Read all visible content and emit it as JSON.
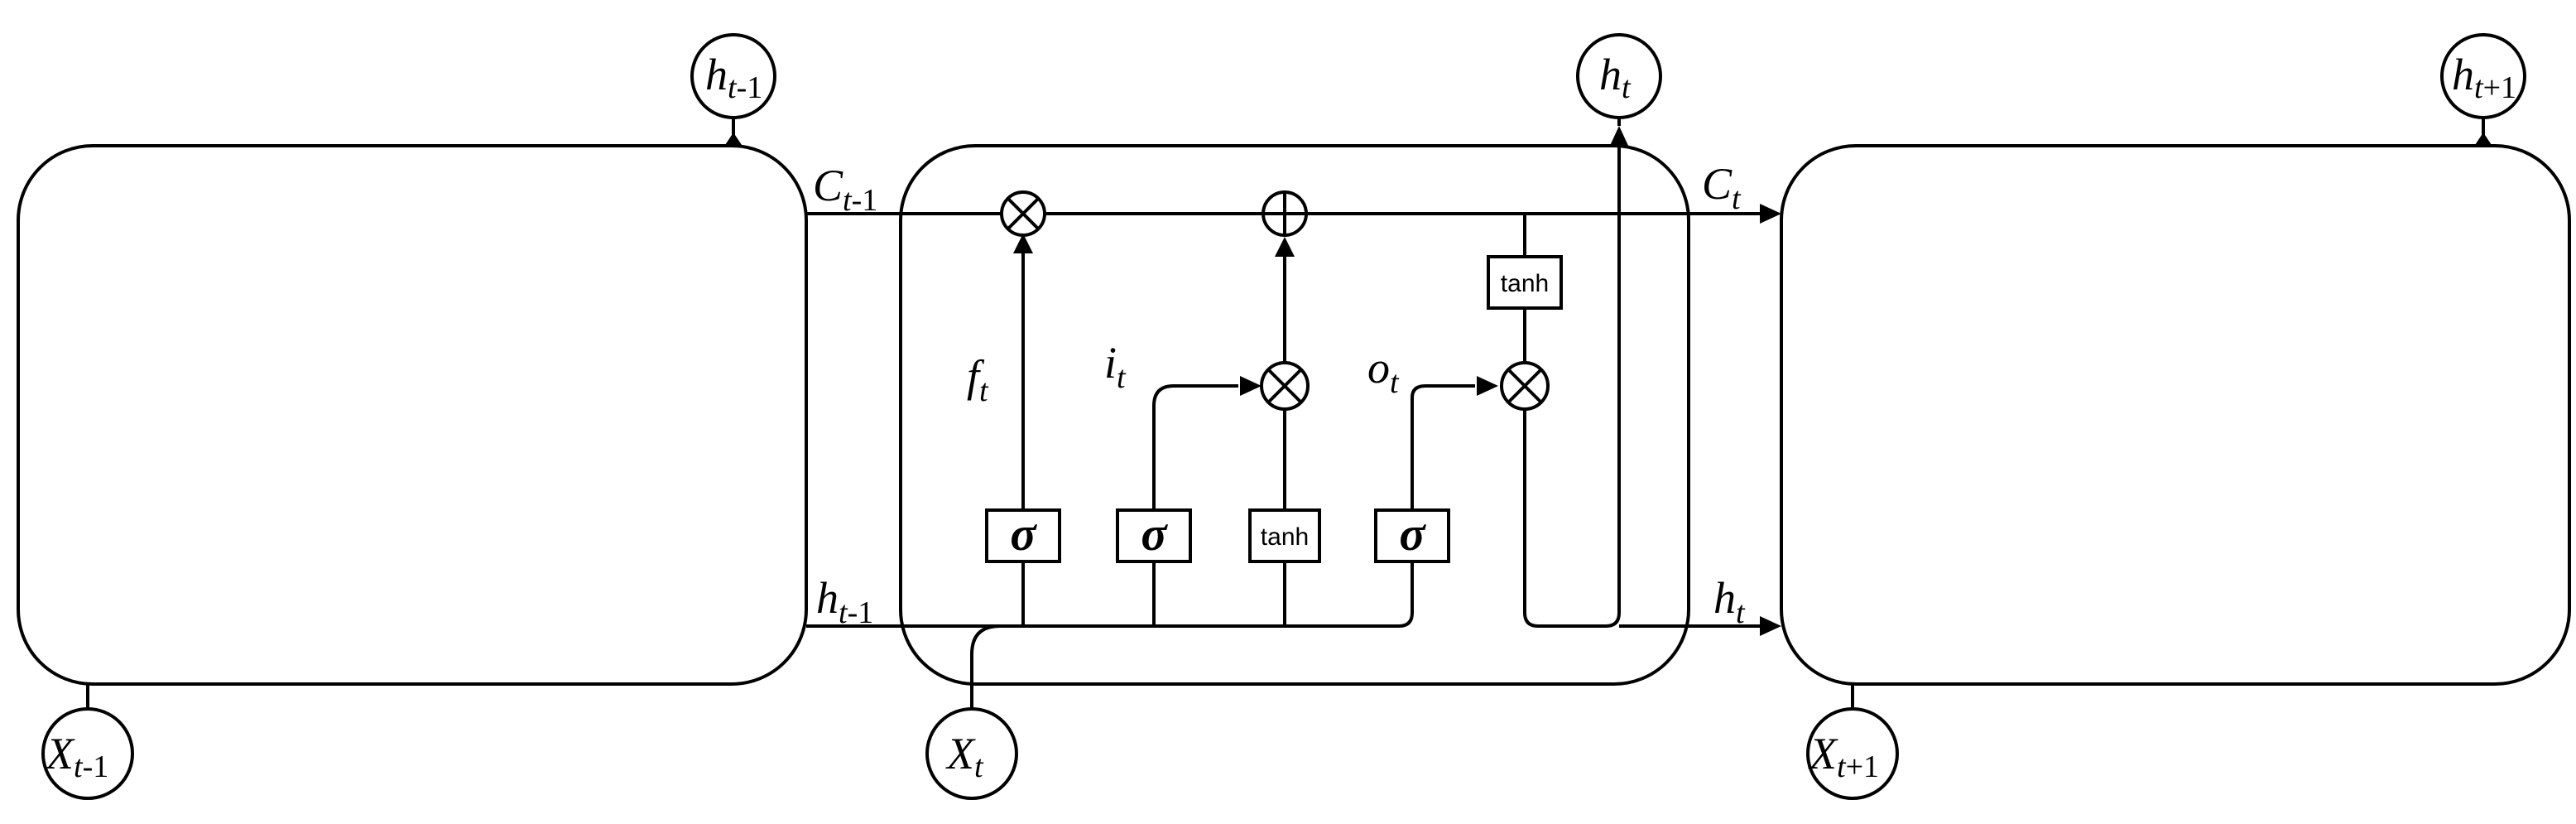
{
  "labels": {
    "c_prev": "C",
    "c_prev_sub": "t",
    "c_prev_sub2": "-1",
    "c_cur": "C",
    "c_cur_sub": "t",
    "h_prev_line": "h",
    "h_prev_line_sub": "t",
    "h_prev_line_sub2": "-1",
    "h_cur_line": "h",
    "h_cur_line_sub": "t",
    "forget": "f",
    "forget_sub": "t",
    "input": "i",
    "input_sub": "t",
    "output": "o",
    "output_sub": "t"
  },
  "nodes": {
    "h_prev": {
      "main": "h",
      "sub": "t",
      "sub2": "-1"
    },
    "h_cur": {
      "main": "h",
      "sub": "t"
    },
    "h_next": {
      "main": "h",
      "sub": "t",
      "sub2": "+1"
    },
    "x_prev": {
      "main": "X",
      "sub": "t",
      "sub2": "-1"
    },
    "x_cur": {
      "main": "X",
      "sub": "t"
    },
    "x_next": {
      "main": "X",
      "sub": "t",
      "sub2": "+1"
    }
  },
  "gates": {
    "sigma": "σ",
    "tanh": "tanh"
  }
}
